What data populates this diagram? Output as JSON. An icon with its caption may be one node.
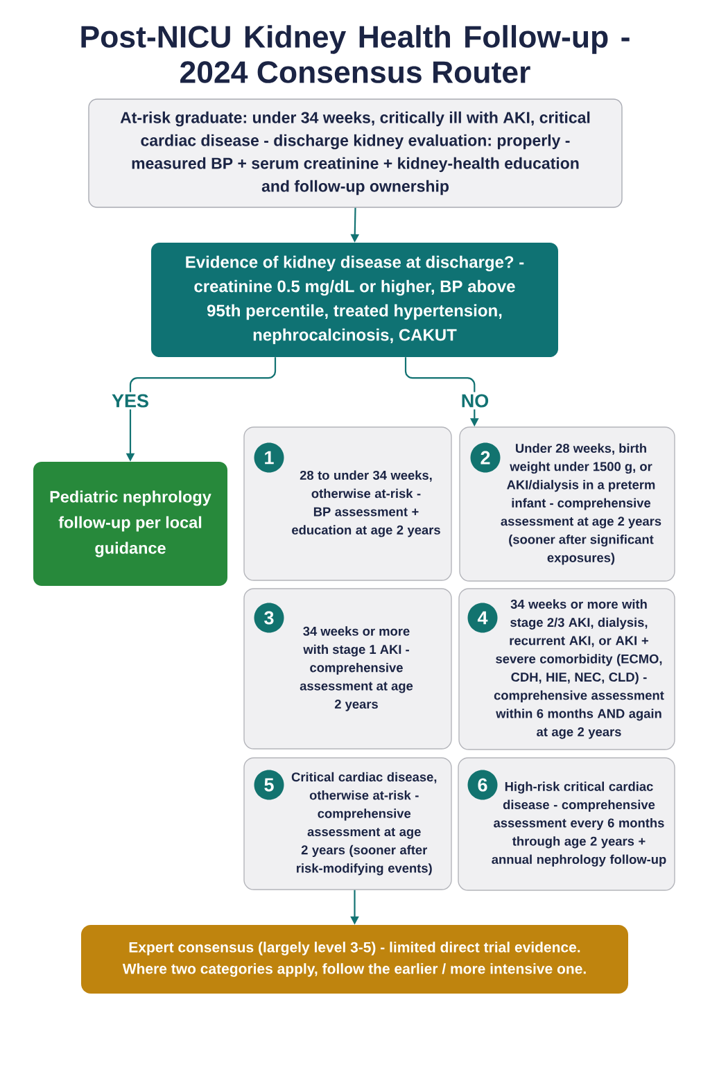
{
  "diagram": {
    "title": "Post-NICU Kidney Health Follow-up - 2024 Consensus Router",
    "nodes": [
      {
        "text": [
          "At-risk graduate: under 34 weeks, critically ill with AKI, critical cardiac disease - discharge kidney evaluation: properly - measured BP + serum creatinine + kidney-health education and follow-up ownership"
        ]
      },
      {
        "text": [
          "Evidence of kidney disease at discharge? - creatinine 0.5 mg/dL or higher, BP above 95th percentile, treated hypertension, nephrocalcinosis, CAKUT"
        ]
      },
      {
        "text": [
          "Pediatric nephrology follow-up per local guidance"
        ]
      },
      {
        "text": [
          "28 to under 34 weeks, otherwise at-risk - BP assessment + education at age 2 years"
        ]
      },
      {
        "text": [
          "1"
        ],
        "in": 3
      },
      {
        "text": [
          "Under 28 weeks, birth weight under 1500 g, or AKI/dialysis in a preterm infant - comprehensive assessment at age 2 years (sooner after significant exposures)"
        ]
      },
      {
        "text": [
          "2"
        ],
        "in": 5
      },
      {
        "text": [
          "34 weeks or more with stage 1 AKI - comprehensive assessment at age 2 years"
        ]
      },
      {
        "text": [
          "3"
        ],
        "in": 7
      },
      {
        "text": [
          "34 weeks or more with stage 2/3 AKI, dialysis, recurrent AKI, or AKI + severe comorbidity (ECMO, CDH, HIE, NEC, CLD) - comprehensive assessment within 6 months AND again at age 2 years"
        ]
      },
      {
        "text": [
          "4"
        ],
        "in": 9
      },
      {
        "text": [
          "Critical cardiac disease, otherwise at-risk - comprehensive assessment at age 2 years (sooner after risk-modifying events)"
        ]
      },
      {
        "text": [
          "5"
        ],
        "in": 11
      },
      {
        "text": [
          "High-risk critical cardiac disease - comprehensive assessment every 6 months through age 2 years + annual nephrology follow-up"
        ]
      },
      {
        "text": [
          "6"
        ],
        "in": 13
      },
      {
        "text": [
          "Expert consensus (largely level 3-5) - limited direct trial evidence. Where two categories apply, follow the earlier / more intensive one."
        ]
      }
    ],
    "edges": [
      {
        "from": 0,
        "to": 1,
        "arrow": "to"
      },
      {
        "from": 1,
        "to": 2,
        "arrow": "to",
        "label": "YES"
      },
      {
        "from": 1,
        "to": 5,
        "arrow": "to",
        "label": "NO"
      },
      {
        "from": 11,
        "to": 15,
        "arrow": "to"
      }
    ]
  }
}
